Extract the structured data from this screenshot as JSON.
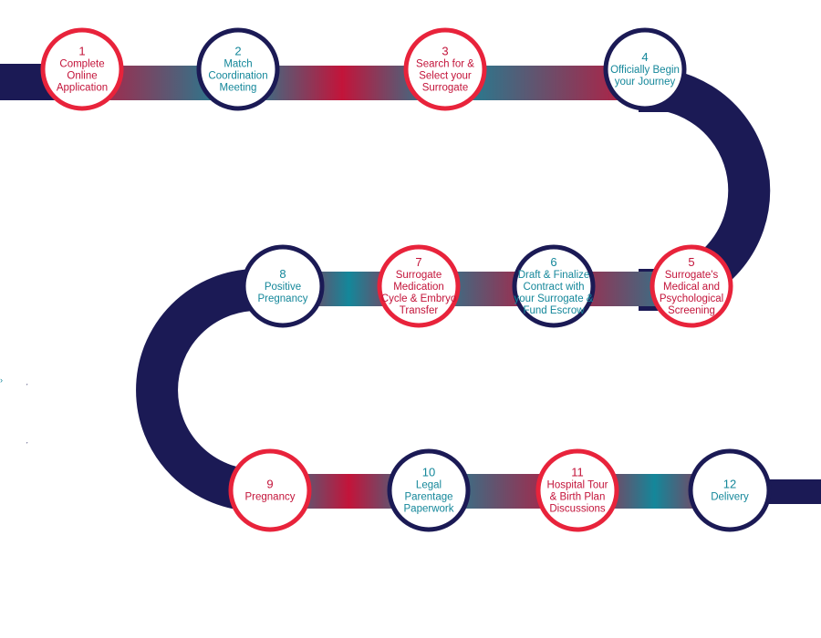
{
  "colors": {
    "navy": "#1b1a55",
    "red": "#e8233b",
    "crimson": "#c3143a",
    "teal": "#14879a",
    "white": "#ffffff"
  },
  "steps": [
    {
      "number": "1",
      "lines": [
        "Complete",
        "Online",
        "Application"
      ],
      "ring": "red",
      "text": "crimson"
    },
    {
      "number": "2",
      "lines": [
        "Match",
        "Coordination",
        "Meeting"
      ],
      "ring": "navy",
      "text": "teal"
    },
    {
      "number": "3",
      "lines": [
        "Search for &",
        "Select your",
        "Surrogate"
      ],
      "ring": "red",
      "text": "crimson"
    },
    {
      "number": "4",
      "lines": [
        "Officially Begin",
        "your Journey"
      ],
      "ring": "navy",
      "text": "teal"
    },
    {
      "number": "5",
      "lines": [
        "Surrogate's",
        "Medical and",
        "Psychological",
        "Screening"
      ],
      "ring": "red",
      "text": "crimson"
    },
    {
      "number": "6",
      "lines": [
        "Draft & Finalize",
        "Contract with",
        "your Surrogate &",
        "Fund Escrow"
      ],
      "ring": "navy",
      "text": "teal"
    },
    {
      "number": "7",
      "lines": [
        "Surrogate",
        "Medication",
        "Cycle & Embryo",
        "Transfer"
      ],
      "ring": "red",
      "text": "crimson"
    },
    {
      "number": "8",
      "lines": [
        "Positive",
        "Pregnancy"
      ],
      "ring": "navy",
      "text": "teal"
    },
    {
      "number": "9",
      "lines": [
        "Pregnancy"
      ],
      "ring": "red",
      "text": "crimson"
    },
    {
      "number": "10",
      "lines": [
        "Legal",
        "Parentage",
        "Paperwork"
      ],
      "ring": "navy",
      "text": "teal"
    },
    {
      "number": "11",
      "lines": [
        "Hospital Tour",
        "& Birth Plan",
        "Discussions"
      ],
      "ring": "red",
      "text": "crimson"
    },
    {
      "number": "12",
      "lines": [
        "Delivery"
      ],
      "ring": "navy",
      "text": "teal"
    }
  ]
}
